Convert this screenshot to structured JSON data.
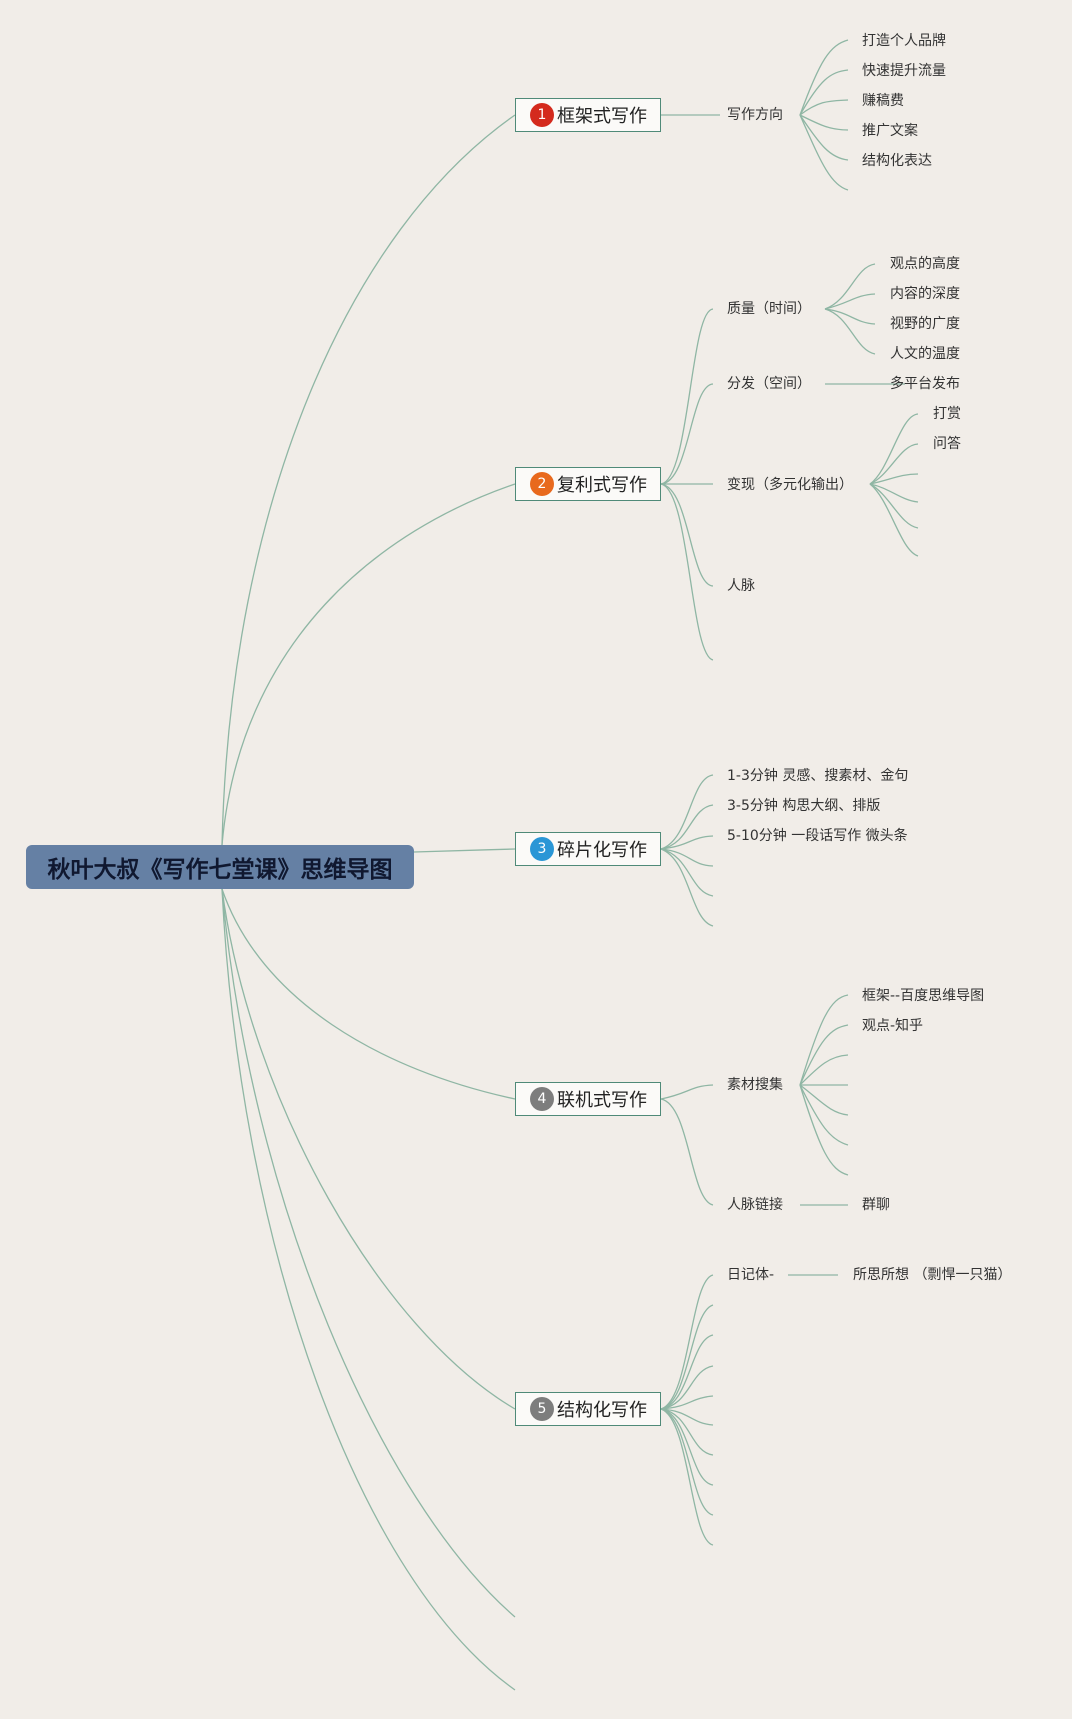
{
  "root": {
    "title": "秋叶大叔《写作七堂课》思维导图"
  },
  "branches": [
    {
      "num": "1",
      "label": "框架式写作",
      "color": "#d42a1d"
    },
    {
      "num": "2",
      "label": "复利式写作",
      "color": "#e8691d"
    },
    {
      "num": "3",
      "label": "碎片化写作",
      "color": "#2a96d6"
    },
    {
      "num": "4",
      "label": "联机式写作",
      "color": "#7d7d7d"
    },
    {
      "num": "5",
      "label": "结构化写作",
      "color": "#7d7d7d"
    }
  ],
  "framework": {
    "direction": "写作方向",
    "items": [
      "打造个人品牌",
      "快速提升流量",
      "赚稿费",
      "推广文案",
      "结构化表达"
    ]
  },
  "compound": {
    "quality": "质量（时间）",
    "quality_items": [
      "观点的高度",
      "内容的深度",
      "视野的广度",
      "人文的温度"
    ],
    "distribution": "分发（空间）",
    "distribution_item": "多平台发布",
    "monetize": "变现（多元化输出）",
    "monetize_items": [
      "打赏",
      "问答"
    ],
    "network": "人脉"
  },
  "fragment": {
    "items": [
      "1-3分钟 灵感、搜素材、金句",
      "3-5分钟 构思大纲、排版",
      "5-10分钟 一段话写作 微头条"
    ]
  },
  "online": {
    "material": "素材搜集",
    "material_items": [
      "框架--百度思维导图",
      "观点-知乎"
    ],
    "network_link": "人脉链接",
    "network_item": "群聊"
  },
  "structured": {
    "diary": "日记体-",
    "diary_item": "所思所想 （剽悍一只猫）"
  }
}
